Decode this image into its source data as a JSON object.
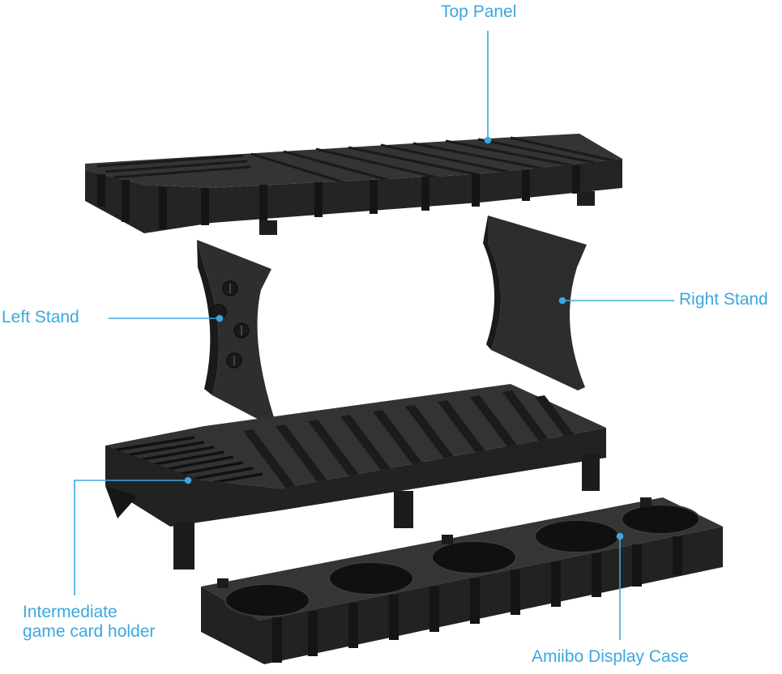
{
  "labels": {
    "top_panel": "Top Panel",
    "left_stand": "Left Stand",
    "right_stand": "Right Stand",
    "intermediate_line1": "Intermediate",
    "intermediate_line2": "game card holder",
    "amiibo": "Amiibo Display Case"
  },
  "colors": {
    "callout": "#3aa8e0",
    "plastic_dark": "#1c1c1c",
    "plastic_mid": "#2c2c2c",
    "plastic_light": "#3c3c3c"
  }
}
